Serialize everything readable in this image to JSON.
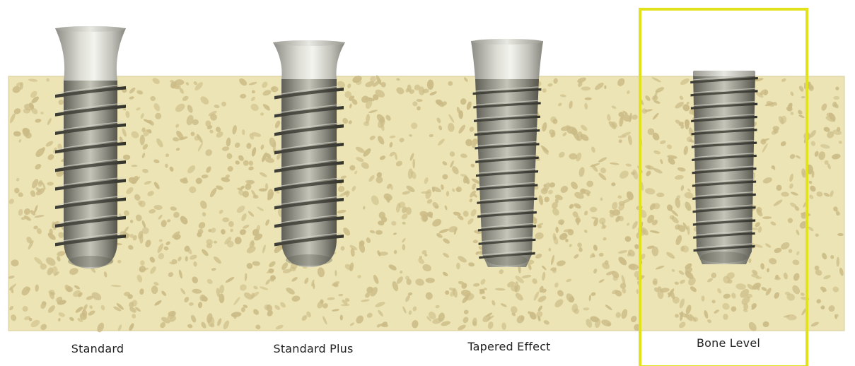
{
  "implants": [
    {
      "id": "standard",
      "label": "Standard",
      "thread": "wide",
      "tip": "round",
      "highlighted": false
    },
    {
      "id": "standard-plus",
      "label": "Standard Plus",
      "thread": "wide",
      "tip": "round",
      "highlighted": false
    },
    {
      "id": "tapered-effect",
      "label": "Tapered Effect",
      "thread": "fine",
      "tip": "flat",
      "highlighted": false
    },
    {
      "id": "bone-level",
      "label": "Bone Level",
      "thread": "fine",
      "tip": "flat",
      "highlighted": true
    }
  ],
  "colors": {
    "bone": "#ece4b4",
    "bone_pores": "#cbbb86",
    "bone_edge": "#d8cc98",
    "highlight_frame": "#e2e21c",
    "metal_dark": "#5b5b51",
    "metal_mid": "#a6a69a",
    "metal_light": "#e6e6dc",
    "collar_light": "#f1f1ec"
  }
}
